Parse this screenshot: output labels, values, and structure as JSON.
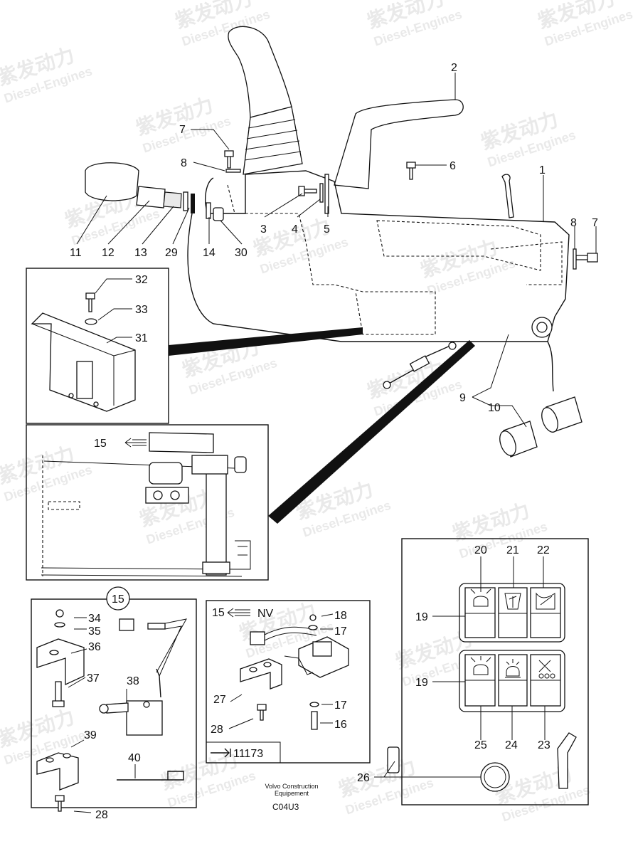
{
  "watermark": {
    "brand": "紫发动力",
    "sub": "Diesel-Engines"
  },
  "callouts": {
    "c1": "1",
    "c2": "2",
    "c3": "3",
    "c4": "4",
    "c5": "5",
    "c6": "6",
    "c7": "7",
    "c8": "8",
    "c9": "9",
    "c10": "10",
    "c11": "11",
    "c12": "12",
    "c13": "13",
    "c14": "14",
    "c15": "15",
    "c16": "16",
    "c17": "17",
    "c18": "18",
    "c19": "19",
    "c20": "20",
    "c21": "21",
    "c22": "22",
    "c23": "23",
    "c24": "24",
    "c25": "25",
    "c26": "26",
    "c27": "27",
    "c28": "28",
    "c29": "29",
    "c30": "30",
    "c31": "31",
    "c32": "32",
    "c33": "33",
    "c34": "34",
    "c35": "35",
    "c36": "36",
    "c37": "37",
    "c38": "38",
    "c39": "39",
    "c40": "40"
  },
  "labels": {
    "nv": "NV",
    "ref_number": "11173",
    "footer_line1": "Volvo Construction",
    "footer_line2": "Equipement",
    "diagram_code": "C04U3"
  },
  "icons": [
    "work-light-icon",
    "wiper-icon",
    "rear-wiper-icon",
    "beacon-icon",
    "fan-icon",
    "arrow-left-icon",
    "arrow-right-icon"
  ]
}
